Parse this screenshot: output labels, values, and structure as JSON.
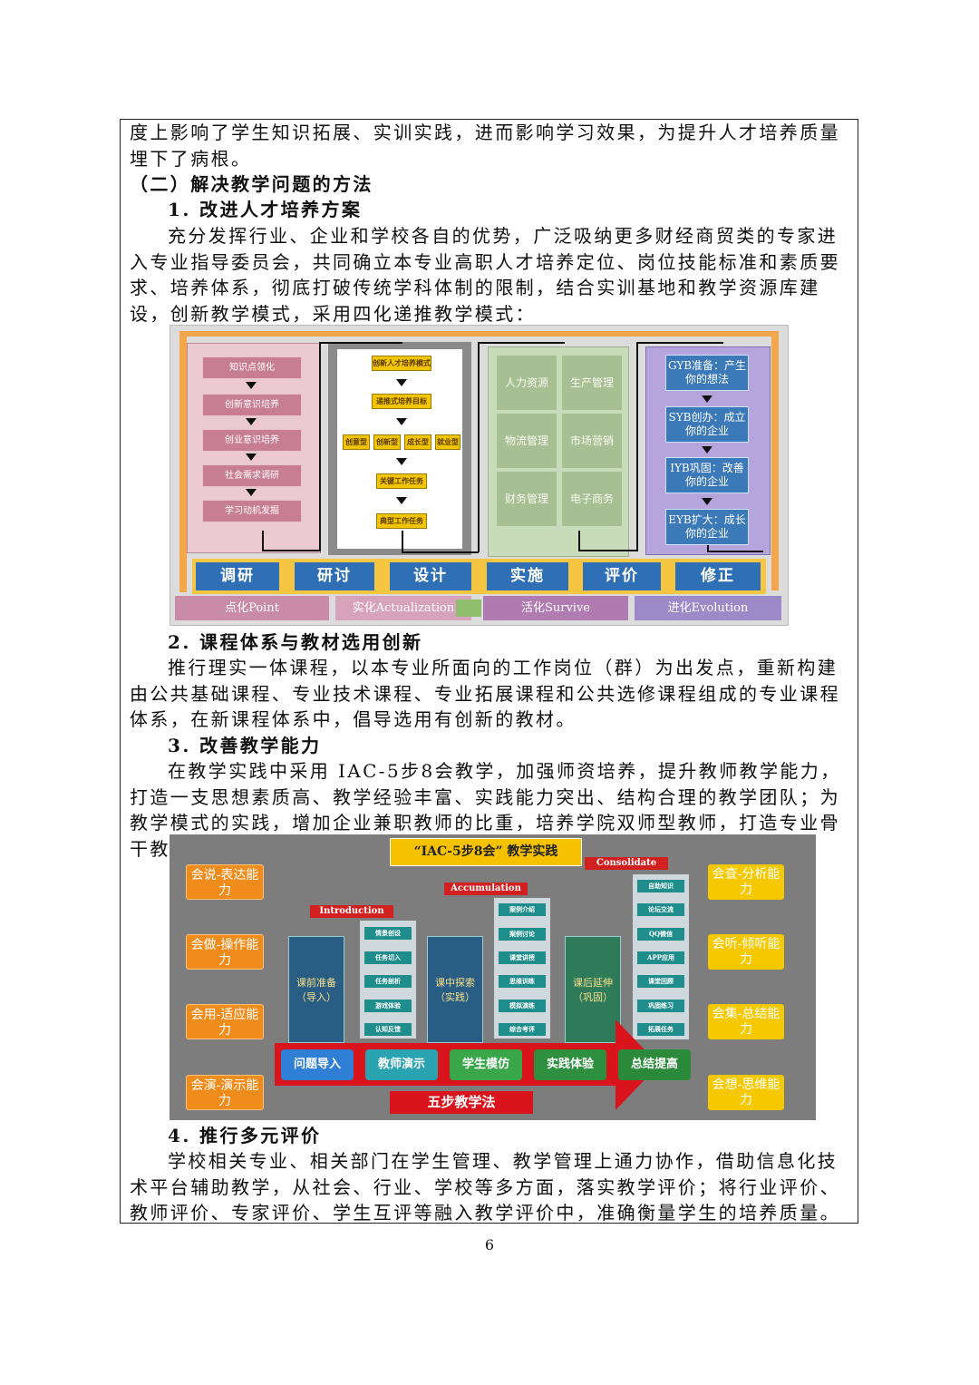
{
  "paragraphs": {
    "p0": "度上影响了学生知识拓展、实训实践，进而影响学习效果，为提升人才培养质量埋下了病根。",
    "h_section": "（二）解决教学问题的方法",
    "h1": "1. 改进人才培养方案",
    "p1": "充分发挥行业、企业和学校各自的优势，广泛吸纳更多财经商贸类的专家进入专业指导委员会，共同确立本专业高职人才培养定位、岗位技能标准和素质要求、培养体系，彻底打破传统学科体制的限制，结合实训基地和教学资源库建设，创新教学模式，采用四化递推教学模式：",
    "h2": "2. 课程体系与教材选用创新",
    "p2": "推行理实一体课程，以本专业所面向的工作岗位（群）为出发点，重新构建由公共基础课程、专业技术课程、专业拓展课程和公共选修课程组成的专业课程体系，在新课程体系中，倡导选用有创新的教材。",
    "h3": "3. 改善教学能力",
    "p3": "在教学实践中采用 IAC-5步8会教学，加强师资培养，提升教师教学能力，打造一支思想素质高、教学经验丰富、实践能力突出、结构合理的教学团队；为教学模式的实践，增加企业兼职教师的比重，培养学院双师型教师，打造专业骨干教师。",
    "h4": "4. 推行多元评价",
    "p4": "学校相关专业、相关部门在学生管理、教学管理上通力协作，借助信息化技术平台辅助教学，从社会、行业、学校等多方面，落实教学评价；将行业评价、教师评价、专家评价、学生互评等融入教学评价中，准确衡量学生的培养质量。"
  },
  "page_number": "6",
  "diagram1": {
    "pink": [
      "知识点领化",
      "创新意识培养",
      "创业意识培养",
      "社会需求调研",
      "学习动机发掘"
    ],
    "yellow_top": "创新人才培养模式",
    "yellow_2": "递推式培养目标",
    "yellow_row": [
      "创意型",
      "创新型",
      "成长型",
      "就业型"
    ],
    "yellow_3": "关键工作任务",
    "yellow_4": "典型工作任务",
    "green": [
      "人力资源",
      "生产管理",
      "物流管理",
      "市场营销",
      "财务管理",
      "电子商务"
    ],
    "blue": [
      "GYB准备：产生你的想法",
      "SYB创办：成立你的企业",
      "IYB巩固：改善你的企业",
      "EYB扩大：成长你的企业"
    ],
    "steps": [
      "调研",
      "研讨",
      "设计",
      "实施",
      "评价",
      "修正"
    ],
    "phases": [
      "点化Point",
      "实化Actualization",
      "活化Survive",
      "进化Evolution"
    ]
  },
  "diagram2": {
    "title": "“IAC-5步8会” 教学实践",
    "left": [
      "会说-表达能力",
      "会做-操作能力",
      "会用-适应能力",
      "会演-演示能力"
    ],
    "right": [
      "会查-分析能力",
      "会听-倾听能力",
      "会集-总结能力",
      "会想-思维能力"
    ],
    "tag_i": "Introduction",
    "tag_a": "Accumulation",
    "tag_c": "Consolidate",
    "pillar_1": "课前准备（导入）",
    "pillar_2": "课中探索（实践）",
    "pillar_3": "课后延伸（巩固）",
    "col_i": [
      "情景创设",
      "任务切入",
      "任务剖析",
      "游戏体验",
      "认知反馈"
    ],
    "col_a": [
      "案例介绍",
      "案例讨论",
      "课堂讲授",
      "思维训练",
      "模拟演练",
      "综合考评"
    ],
    "col_c": [
      "自助知识",
      "论坛交流",
      "QQ微信",
      "APP应用",
      "课堂回顾",
      "巩固练习",
      "拓展任务"
    ],
    "five_steps": [
      "问题导入",
      "教师演示",
      "学生模仿",
      "实践体验",
      "总结提高"
    ],
    "five_title": "五步教学法",
    "colors": {
      "blue": "#2f7fd6",
      "cyan": "#2aa3b0",
      "green": "#3aa64a",
      "darkgreen": "#2e8f3e",
      "red": "#d9141c"
    }
  }
}
